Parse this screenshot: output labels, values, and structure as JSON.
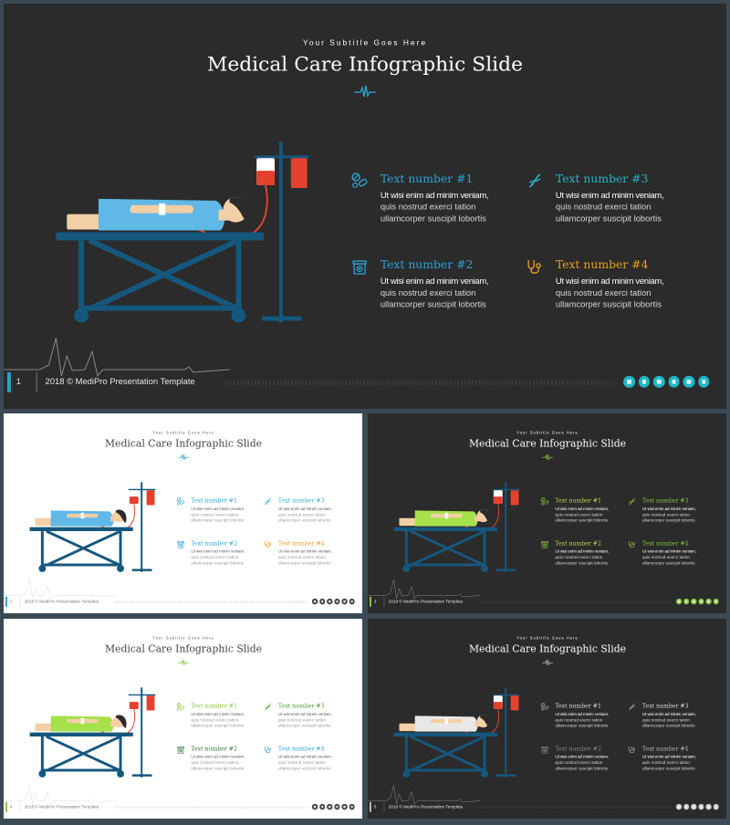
{
  "slides": [
    {
      "theme": "dark",
      "slide_number": "1",
      "accent": "#29a3c9",
      "gown": "#5fb8e6",
      "social_color": "#1fb7c8",
      "heading_colors": [
        "#2da3d9",
        "#29b2c4",
        "#2da3d9",
        "#e6a21d"
      ],
      "icon_colors": [
        "#2da3d9",
        "#29b2c4",
        "#2da3d9",
        "#e6a21d"
      ]
    },
    {
      "theme": "light",
      "slide_number": "2",
      "accent": "#29a3c9",
      "gown": "#5fb8e6",
      "social_color": "#444444",
      "heading_colors": [
        "#2da3d9",
        "#29b2c4",
        "#2da3d9",
        "#e6a21d"
      ],
      "icon_colors": [
        "#2da3d9",
        "#29b2c4",
        "#2da3d9",
        "#e6a21d"
      ]
    },
    {
      "theme": "dark",
      "slide_number": "3",
      "accent": "#8bc53f",
      "gown": "#a6e04a",
      "social_color": "#8bc53f",
      "heading_colors": [
        "#c0d850",
        "#8bc53f",
        "#c0d850",
        "#8bc53f"
      ],
      "icon_colors": [
        "#8bc53f",
        "#8bc53f",
        "#8bc53f",
        "#8bc53f"
      ]
    },
    {
      "theme": "light",
      "slide_number": "4",
      "accent": "#8bc53f",
      "gown": "#a6e04a",
      "social_color": "#444444",
      "heading_colors": [
        "#8bc53f",
        "#4e9a2f",
        "#3a7a3a",
        "#2da3d9"
      ],
      "icon_colors": [
        "#8bc53f",
        "#4e9a2f",
        "#3a7a3a",
        "#2da3d9"
      ]
    },
    {
      "theme": "dark",
      "slide_number": "5",
      "accent": "#bbbbbb",
      "gown": "#e8e8e8",
      "social_color": "#cccccc",
      "heading_colors": [
        "#dddddd",
        "#dddddd",
        "#888888",
        "#bbbbbb"
      ],
      "icon_colors": [
        "#aaaaaa",
        "#aaaaaa",
        "#888888",
        "#aaaaaa"
      ]
    }
  ],
  "common": {
    "subtitle": "Your Subtitle Goes Here",
    "title": "Medical Care Infographic Slide",
    "footer_text": "2018 © MediPro Presentation Template",
    "items": [
      {
        "heading": "Text number #1",
        "icon": "pills-icon",
        "line1": "Ut wisi enim ad minim veniam,",
        "line2": "quis nostrud exerci tation",
        "line3": "ullamcorper suscipit lobortis"
      },
      {
        "heading": "Text number #3",
        "icon": "dna-icon",
        "line1": "Ut wisi enim ad minim veniam,",
        "line2": "quis nostrud exerci tation",
        "line3": "ullamcorper suscipit lobortis"
      },
      {
        "heading": "Text number #2",
        "icon": "medicine-box-icon",
        "line1": "Ut wisi enim ad minim veniam,",
        "line2": "quis nostrud exerci tation",
        "line3": "ullamcorper suscipit lobortis"
      },
      {
        "heading": "Text number #4",
        "icon": "stethoscope-icon",
        "line1": "Ut wisi enim ad minim veniam,",
        "line2": "quis nostrud exerci tation",
        "line3": "ullamcorper suscipit lobortis"
      }
    ],
    "social_icons": [
      "linkedin-icon",
      "dribbble-icon",
      "twitter-icon",
      "facebook-icon",
      "pinterest-icon",
      "instagram-icon"
    ]
  }
}
